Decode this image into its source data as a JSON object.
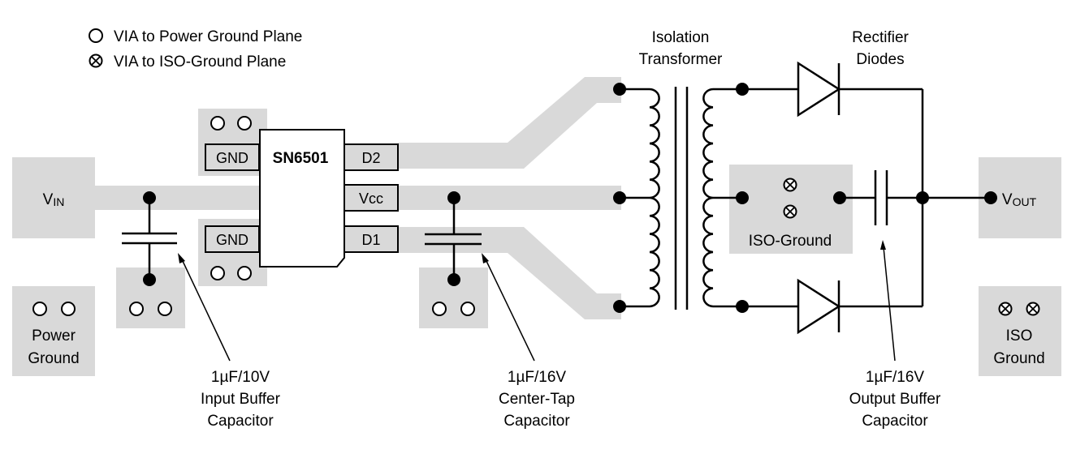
{
  "legend": {
    "power_via": "VIA to Power Ground Plane",
    "iso_via": "VIA to ISO-Ground Plane"
  },
  "ic": {
    "name": "SN6501",
    "pins": {
      "gnd_top": "GND",
      "gnd_bottom": "GND",
      "d2": "D2",
      "vcc": "Vcc",
      "d1": "D1"
    }
  },
  "labels": {
    "vin_main": "V",
    "vin_sub": "IN",
    "vout_main": "V",
    "vout_sub": "OUT",
    "power_ground": [
      "Power",
      "Ground"
    ],
    "iso_ground_pad": "ISO-Ground",
    "iso_ground": [
      "ISO",
      "Ground"
    ],
    "transformer": [
      "Isolation",
      "Transformer"
    ],
    "diodes": [
      "Rectifier",
      "Diodes"
    ],
    "input_cap": [
      "1µF/10V",
      "Input Buffer",
      "Capacitor"
    ],
    "center_cap": [
      "1µF/16V",
      "Center-Tap",
      "Capacitor"
    ],
    "output_cap": [
      "1µF/16V",
      "Output Buffer",
      "Capacitor"
    ]
  }
}
